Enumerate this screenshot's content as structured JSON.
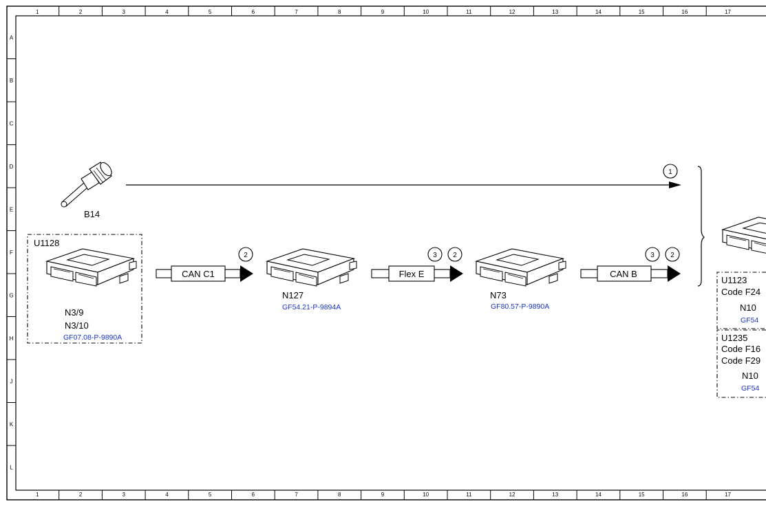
{
  "ruler": {
    "columns": [
      "1",
      "2",
      "3",
      "4",
      "5",
      "6",
      "7",
      "8",
      "9",
      "10",
      "11",
      "12",
      "13",
      "14",
      "15",
      "16",
      "17"
    ],
    "rows": [
      "A",
      "B",
      "C",
      "D",
      "E",
      "F",
      "G",
      "H",
      "J",
      "K",
      "L"
    ]
  },
  "sensor": {
    "label": "B14",
    "icon": "temperature-sensor-icon"
  },
  "group_u1128": {
    "title": "U1128",
    "labels": [
      "N3/9",
      "N3/10"
    ],
    "link": "GF07.08-P-9890A"
  },
  "module_n127": {
    "label": "N127",
    "link": "GF54.21-P-9894A"
  },
  "module_n73": {
    "label": "N73",
    "link": "GF80.57-P-9890A"
  },
  "buses": [
    {
      "label": "CAN C1",
      "markers": [
        "2"
      ]
    },
    {
      "label": "Flex E",
      "markers": [
        "3",
        "2"
      ]
    },
    {
      "label": "CAN B",
      "markers": [
        "3",
        "2"
      ]
    }
  ],
  "sensor_line_marker": "1",
  "group_u1123": {
    "title": "U1123",
    "code": "Code F24",
    "label": "N10",
    "link": "GF54"
  },
  "group_u1235": {
    "title": "U1235",
    "codes": [
      "Code F16",
      "Code F29"
    ],
    "label": "N10",
    "link": "GF54"
  }
}
